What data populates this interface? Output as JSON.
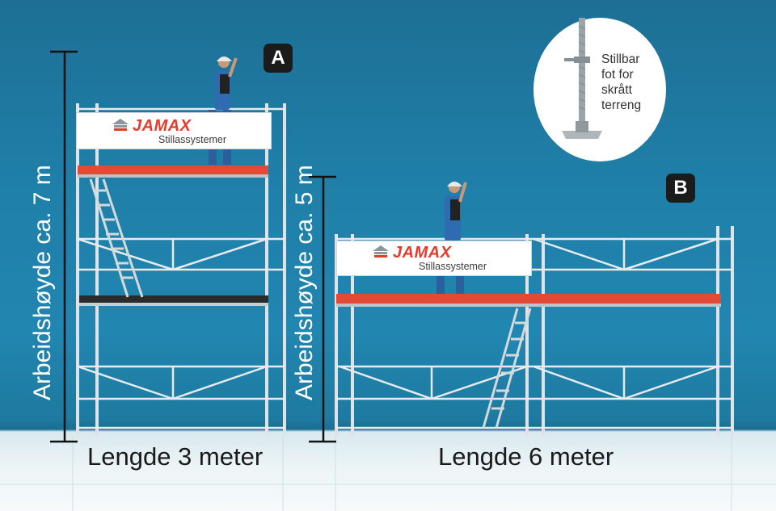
{
  "badges": {
    "a": "A",
    "b": "B"
  },
  "heights": {
    "a": "Arbeidshøyde ca. 7 m",
    "b": "Arbeidshøyde ca. 5 m"
  },
  "lengths": {
    "a": "Lengde 3 meter",
    "b": "Lengde 6 meter"
  },
  "callout": {
    "line1": "Stillbar",
    "line2": "fot for",
    "line3": "skrått",
    "line4": "terreng"
  },
  "banner": {
    "brand": "JAMAX",
    "subtitle": "Stillassystemer"
  },
  "colors": {
    "wall": "#1f7fa8",
    "floor": "#eef5f7",
    "platform": "#e24a36",
    "frame": "#d9dde0",
    "brand": "#e63a2a"
  }
}
